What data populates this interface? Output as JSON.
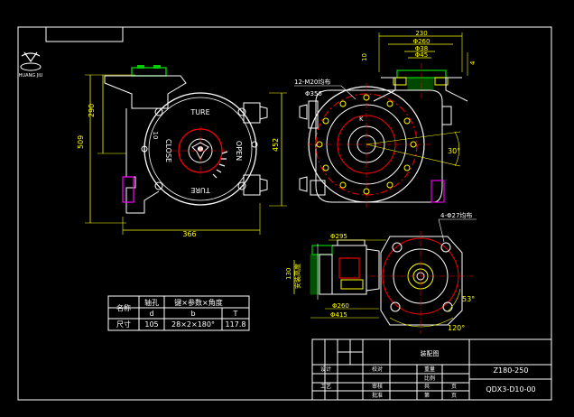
{
  "logo_text": "HUANG JIU",
  "dims": {
    "top_230": "230",
    "top_260": "Φ260",
    "top_38": "Φ38",
    "top_45": "Φ45",
    "top_10": "10",
    "top_4": "4",
    "left_290": "290",
    "left_509": "509",
    "bottom_366": "366",
    "right_452": "452",
    "bolt_note": "12-M20均布",
    "d_356": "Φ356",
    "angle_30": "30°",
    "holes_note": "4-Φ27均布",
    "d_295": "Φ295",
    "d_260": "Φ260",
    "d_415": "Φ415",
    "h_130": "130",
    "mount_label": "安装高度",
    "angle_53": "53°",
    "angle_120": "120°",
    "label_k": "K"
  },
  "dial": {
    "top": "TURE",
    "left": "CLOSE",
    "right": "OPEN",
    "bottom": "TURE",
    "mark": "10"
  },
  "spec_table": {
    "headers": [
      "名称",
      "轴孔",
      "键×参数×角度",
      ""
    ],
    "row2": [
      "",
      "d",
      "b",
      "T"
    ],
    "row3": [
      "尺寸",
      "105",
      "28×2×180°",
      "117.8"
    ]
  },
  "title_block": {
    "drawing_name": "装配图",
    "model": "Z180-250",
    "code": "QDX3-D10-00",
    "design": "设计",
    "check": "校对",
    "process": "工艺",
    "review": "审核",
    "approve": "批准",
    "weight": "重量",
    "scale": "比例",
    "sheets": "共",
    "sheet": "第",
    "page1": "页",
    "page2": "页"
  },
  "colors": {
    "bg": "#000000",
    "white": "#ffffff",
    "yellow": "#ffff00",
    "red": "#ff0000",
    "green": "#00cc00",
    "cyan": "#00ffff"
  }
}
